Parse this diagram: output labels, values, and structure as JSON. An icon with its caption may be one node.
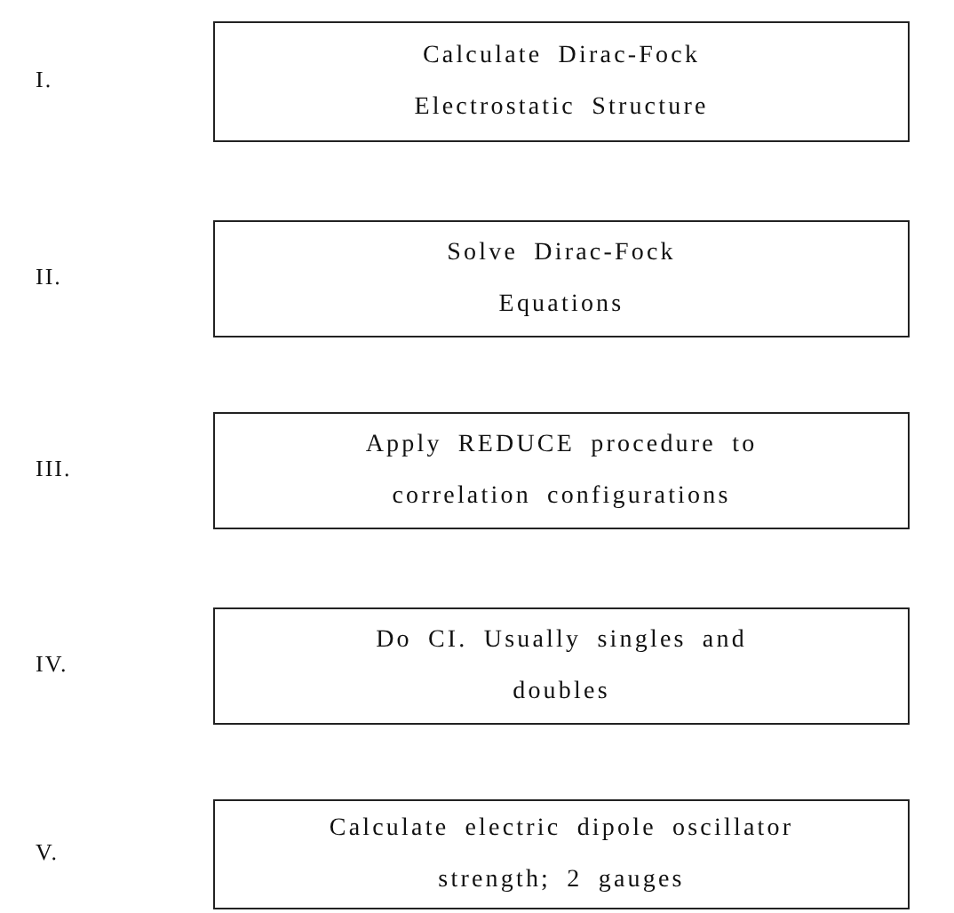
{
  "diagram": {
    "nodes": [
      {
        "text": [
          "Calculate Dirac-Fock Electrostatic Structure"
        ]
      },
      {
        "text": [
          "Solve Dirac-Fock Equations"
        ]
      },
      {
        "text": [
          "Apply REDUCE procedure to correlation configurations"
        ]
      },
      {
        "text": [
          "Do CI. Usually singles and doubles"
        ]
      },
      {
        "text": [
          "Calculate electric dipole oscillator strength; 2 gauges"
        ]
      }
    ],
    "labels": [
      "I.",
      "II.",
      "III.",
      "IV.",
      "V."
    ]
  }
}
